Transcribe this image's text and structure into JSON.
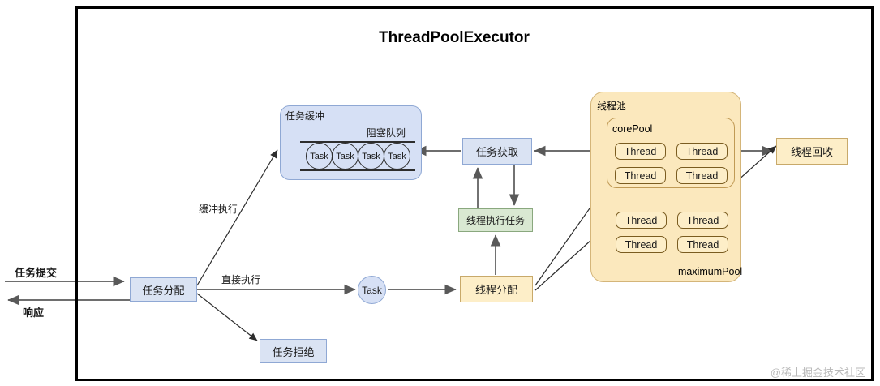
{
  "diagram": {
    "title": "ThreadPoolExecutor",
    "watermark": "@稀土掘金技术社区"
  },
  "edge_labels": {
    "submit": "任务提交",
    "response": "响应",
    "buffered_exec": "缓冲执行",
    "direct_exec": "直接执行"
  },
  "nodes": {
    "task_dispatch": "任务分配",
    "task_reject": "任务拒绝",
    "task_mid": "Task",
    "task_fetch": "任务获取",
    "thread_exec": "线程执行任务",
    "thread_alloc": "线程分配",
    "thread_recycle": "线程回收"
  },
  "task_buffer": {
    "title": "任务缓冲",
    "queue_title": "阻塞队列",
    "tasks": [
      "Task",
      "Task",
      "Task",
      "Task"
    ]
  },
  "thread_pool": {
    "title": "线程池",
    "core_pool_label": "corePool",
    "maximum_pool_label": "maximumPool",
    "core_threads": [
      "Thread",
      "Thread",
      "Thread",
      "Thread"
    ],
    "max_threads": [
      "Thread",
      "Thread",
      "Thread",
      "Thread"
    ]
  },
  "colors": {
    "blue_fill": "#dae3f3",
    "blue_stroke": "#8fa8d4",
    "green_fill": "#d9e8d2",
    "green_stroke": "#8aa87e",
    "yellow_fill": "#fdeec8",
    "yellow_stroke": "#c8a96a",
    "frame_stroke": "#000000",
    "arrow_stroke": "#595959",
    "thin_arrow_stroke": "#2d2d2d"
  }
}
